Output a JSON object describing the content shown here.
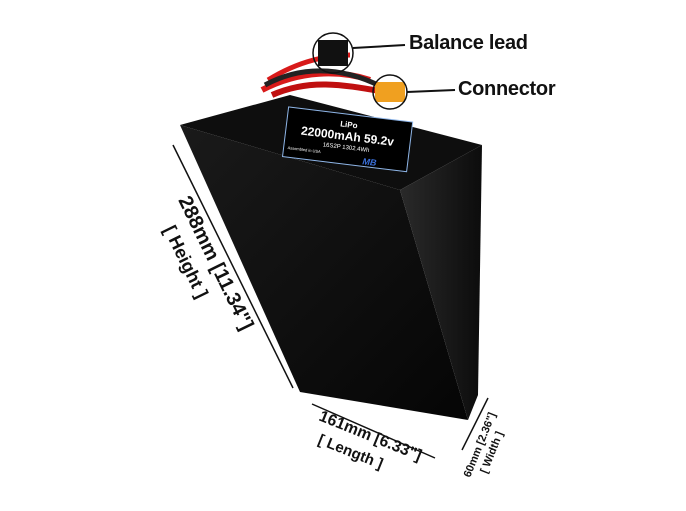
{
  "callouts": {
    "balance_lead": "Balance lead",
    "connector": "Connector"
  },
  "label": {
    "chemistry": "LiPo",
    "capacity_voltage": "22000mAh 59.2v",
    "config_energy": "16S2P 1302.4Wh",
    "assembled": "Assembled in USA",
    "logo": "MB"
  },
  "dimensions": {
    "height": "288mm [11.34\"]",
    "height_label": "[ Height ]",
    "length": "161mm [6.33\"]",
    "length_label": "[ Length ]",
    "width": "60mm [2.36\"]",
    "width_label": "[ Width ]"
  },
  "colors": {
    "body": "#111111",
    "wire_red": "#d81a1a",
    "connector": "#f0a020",
    "label_border": "#8fb6e8"
  }
}
